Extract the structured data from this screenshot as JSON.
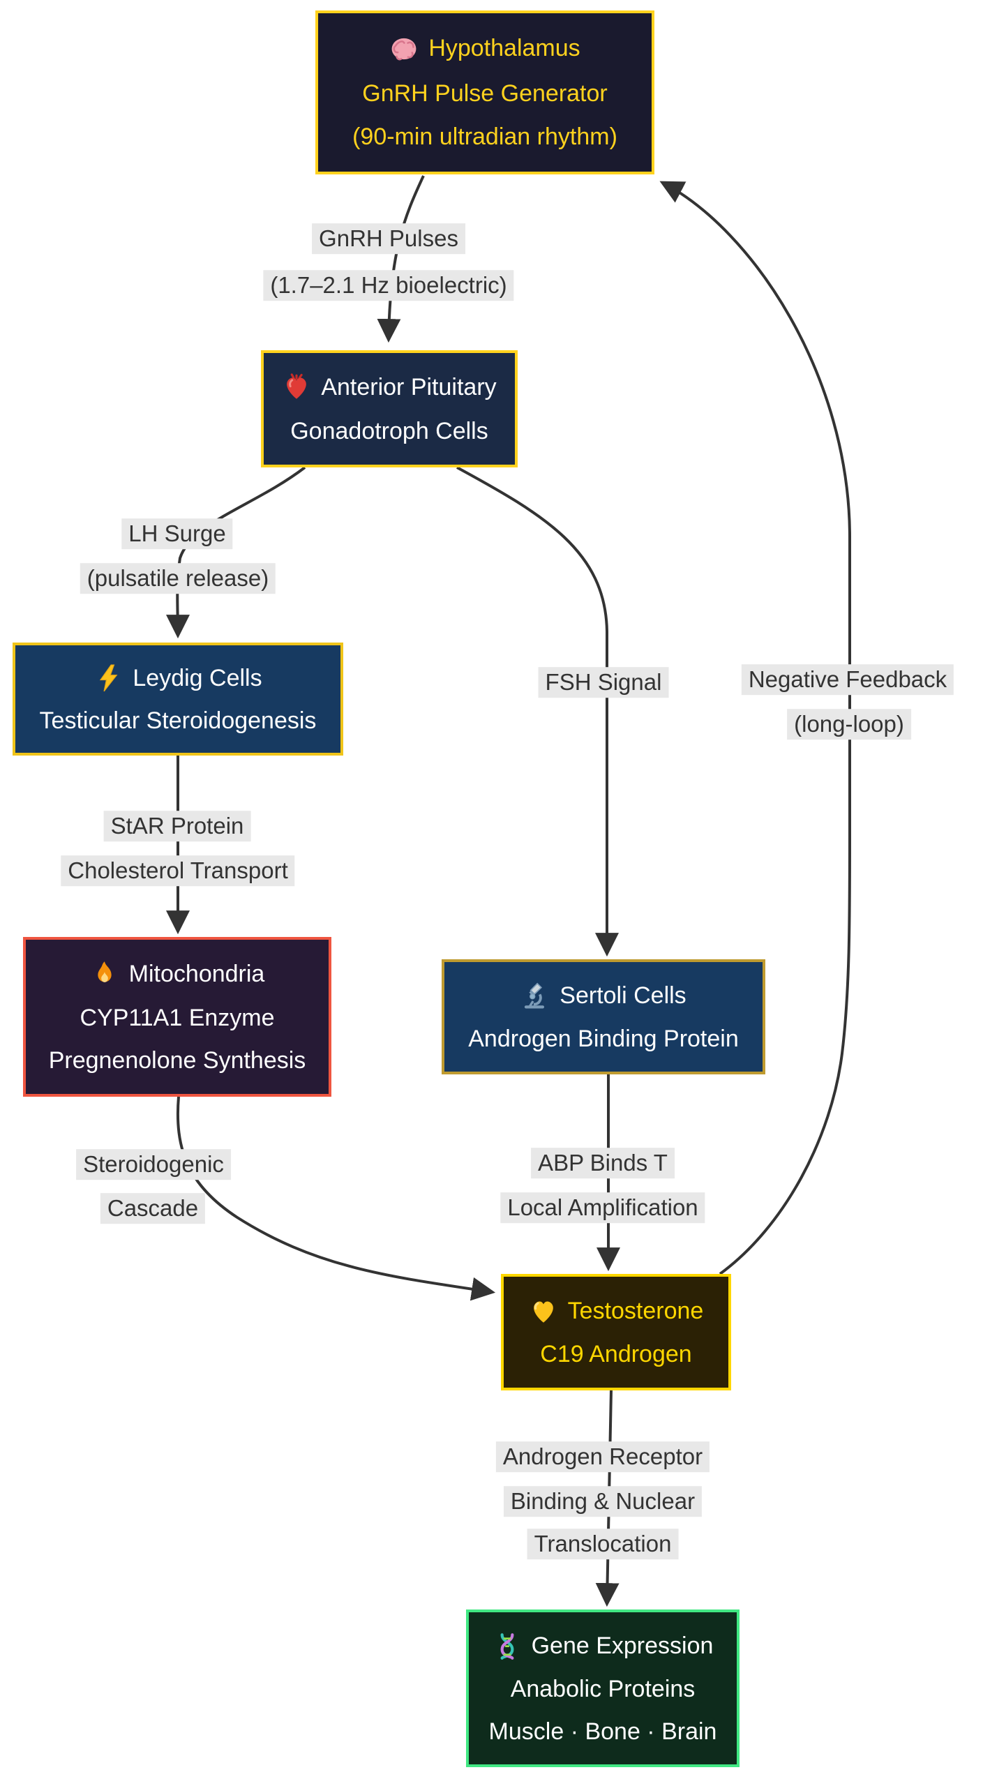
{
  "diagram": {
    "type": "flowchart",
    "direction": "top-down",
    "topic": "HPG axis testosterone signaling pathway"
  },
  "palette": {
    "background": "#ffffff",
    "edge_line": "#333333",
    "edge_label_bg": "#e8e8e8",
    "edge_label_text": "#333333",
    "gold": "#ffd21e",
    "navy": "#173a61",
    "dark_navy": "#1a1a2e",
    "red_accent": "#ef5540",
    "green_accent": "#41e883"
  },
  "nodes": [
    {
      "id": "hypothalamus",
      "icon": "brain-icon",
      "icon_char": "🧠",
      "title": "Hypothalamus",
      "lines": [
        "GnRH Pulse Generator",
        "(90-min ultradian rhythm)"
      ],
      "fill": "#1a1a2e",
      "stroke": "#ffd21e",
      "text_color": "#ffd21e"
    },
    {
      "id": "anterior-pituitary",
      "icon": "heart-icon",
      "icon_char": "🫀",
      "title": "Anterior Pituitary",
      "lines": [
        "Gonadotroph Cells"
      ],
      "fill": "#1b2a45",
      "stroke": "#ffd21e",
      "text_color": "#ffffff"
    },
    {
      "id": "leydig-cells",
      "icon": "bolt-icon",
      "icon_char": "⚡",
      "title": "Leydig Cells",
      "lines": [
        "Testicular Steroidogenesis"
      ],
      "fill": "#173a61",
      "stroke": "#f0c419",
      "text_color": "#ffffff"
    },
    {
      "id": "mitochondria",
      "icon": "flame-icon",
      "icon_char": "🔥",
      "title": "Mitochondria",
      "lines": [
        "CYP11A1 Enzyme",
        "Pregnenolone Synthesis"
      ],
      "fill": "#261a35",
      "stroke": "#ef5540",
      "text_color": "#ffffff"
    },
    {
      "id": "sertoli-cells",
      "icon": "microscope-icon",
      "icon_char": "🔬",
      "title": "Sertoli Cells",
      "lines": [
        "Androgen Binding Protein"
      ],
      "fill": "#173a61",
      "stroke": "#bf9b30",
      "text_color": "#ffffff"
    },
    {
      "id": "testosterone",
      "icon": "yellow-heart-icon",
      "icon_char": "💛",
      "title": "Testosterone",
      "lines": [
        "C19 Androgen"
      ],
      "fill": "#2b2105",
      "stroke": "#ffd700",
      "text_color": "#ffd700"
    },
    {
      "id": "gene-expression",
      "icon": "dna-icon",
      "icon_char": "🧬",
      "title": "Gene Expression",
      "lines": [
        "Anabolic Proteins",
        "Muscle · Bone · Brain"
      ],
      "fill": "#0e2b1c",
      "stroke": "#41e883",
      "text_color": "#ffffff"
    }
  ],
  "edges": [
    {
      "from": "hypothalamus",
      "to": "anterior-pituitary",
      "labels": [
        "GnRH Pulses",
        "(1.7–2.1 Hz bioelectric)"
      ]
    },
    {
      "from": "anterior-pituitary",
      "to": "leydig-cells",
      "labels": [
        "LH Surge",
        "(pulsatile release)"
      ]
    },
    {
      "from": "anterior-pituitary",
      "to": "sertoli-cells",
      "labels": [
        "FSH Signal"
      ]
    },
    {
      "from": "leydig-cells",
      "to": "mitochondria",
      "labels": [
        "StAR Protein",
        "Cholesterol Transport"
      ]
    },
    {
      "from": "mitochondria",
      "to": "testosterone",
      "labels": [
        "Steroidogenic",
        "Cascade"
      ]
    },
    {
      "from": "sertoli-cells",
      "to": "testosterone",
      "labels": [
        "ABP Binds T",
        "Local Amplification"
      ]
    },
    {
      "from": "testosterone",
      "to": "gene-expression",
      "labels": [
        "Androgen Receptor",
        "Binding & Nuclear",
        "Translocation"
      ]
    },
    {
      "from": "testosterone",
      "to": "hypothalamus",
      "labels": [
        "Negative Feedback",
        "(long-loop)"
      ]
    }
  ]
}
